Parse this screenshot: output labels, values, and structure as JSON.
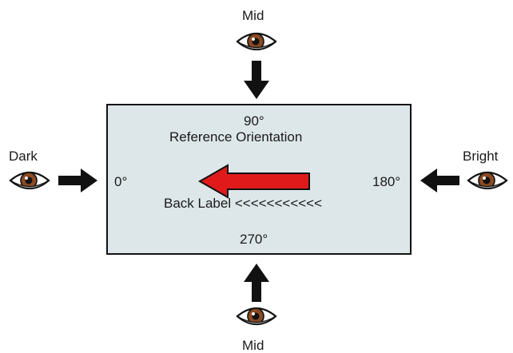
{
  "viewers": {
    "top": {
      "label": "Mid"
    },
    "left": {
      "label": "Dark"
    },
    "right": {
      "label": "Bright"
    },
    "bottom": {
      "label": "Mid"
    }
  },
  "panel": {
    "angle_top": "90°",
    "title": "Reference Orientation",
    "angle_left": "0°",
    "angle_right": "180°",
    "angle_bottom": "270°",
    "back_label": "Back Label <<<<<<<<<<<"
  },
  "colors": {
    "panel_fill": "#dde7ea",
    "arrow_red": "#e01a1a",
    "eye_iris": "#8b4a22",
    "border": "#111111"
  },
  "icons": [
    "eye-icon",
    "arrow-down-icon",
    "arrow-right-icon",
    "arrow-left-icon",
    "arrow-up-icon",
    "red-arrow-left-icon"
  ]
}
